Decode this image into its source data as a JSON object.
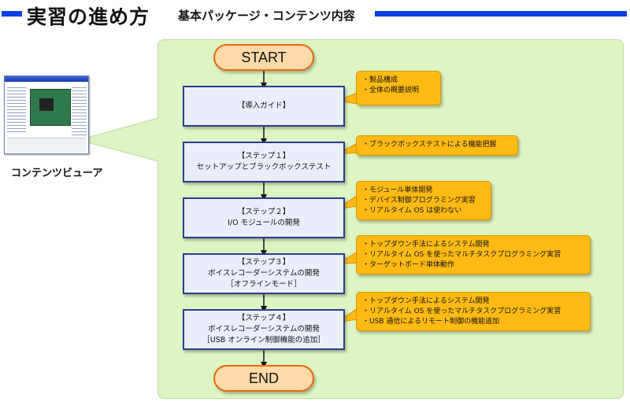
{
  "header": {
    "title": "実習の進め方",
    "subtitle": "基本パッケージ・コンテンツ内容",
    "accent_color": "#0a3fe6"
  },
  "viewer": {
    "label": "コンテンツビューア"
  },
  "flow": {
    "start_label": "START",
    "end_label": "END",
    "steps": [
      {
        "lines": [
          "【導入ガイド】"
        ]
      },
      {
        "lines": [
          "【ステップ１】",
          "セットアップとブラックボックステスト"
        ]
      },
      {
        "lines": [
          "【ステップ２】",
          "I/O モジュールの開発"
        ]
      },
      {
        "lines": [
          "【ステップ３】",
          "ボイスレコーダーシステムの開発",
          "［オフラインモード］"
        ]
      },
      {
        "lines": [
          "【ステップ４】",
          "ボイスレコーダーシステムの開発",
          "［USB オンライン制御機能の追加］"
        ]
      }
    ],
    "notes": [
      {
        "lines": [
          "・製品構成",
          "・全体の概要説明"
        ]
      },
      {
        "lines": [
          "・ブラックボックステストによる機能把握"
        ]
      },
      {
        "lines": [
          "・モジュール単体開発",
          "・デバイス制御プログラミング実習",
          "・リアルタイム OS は使わない"
        ]
      },
      {
        "lines": [
          "・トップダウン手法によるシステム開発",
          "・リアルタイム OS を使ったマルチタスクプログラミング実習",
          "・ターゲットボード単体動作"
        ]
      },
      {
        "lines": [
          "・トップダウン手法によるシステム開発",
          "・リアルタイム OS を使ったマルチタスクプログラミング実習",
          "・USB 通信によるリモート制御の機能追加"
        ]
      }
    ],
    "colors": {
      "panel": "#dcf5c2",
      "terminal_fill": "#ffd9a8",
      "terminal_border": "#e86a0a",
      "step_fill": "#eaeefb",
      "step_border": "#2a3d8c",
      "note_fill": "#ffba14"
    }
  }
}
